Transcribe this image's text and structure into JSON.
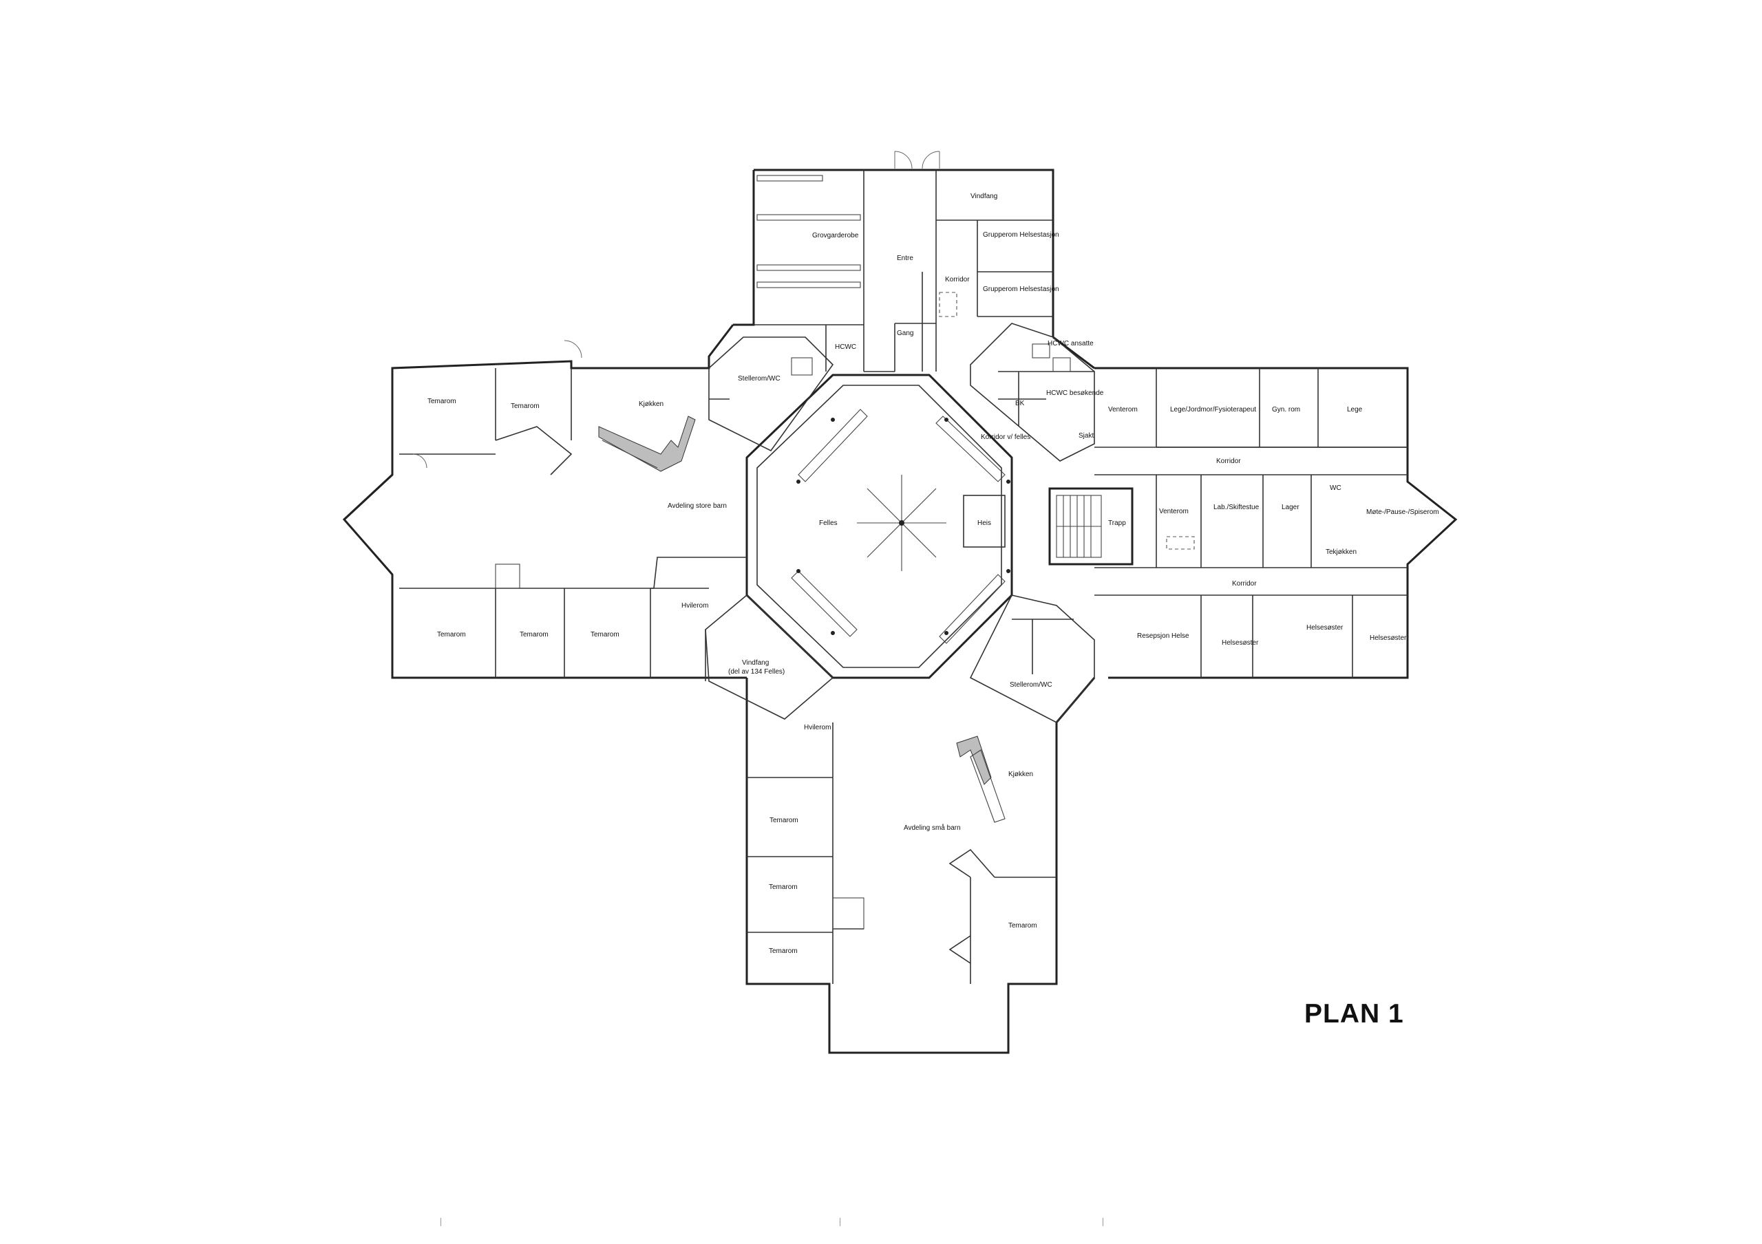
{
  "title": "PLAN 1",
  "rooms": [
    {
      "key": "grovgarderobe",
      "label": "Grovgarderobe"
    },
    {
      "key": "entre",
      "label": "Entre"
    },
    {
      "key": "vindfang_n",
      "label": "Vindfang"
    },
    {
      "key": "grupperom1",
      "label": "Grupperom Helsestasjon"
    },
    {
      "key": "grupperom2",
      "label": "Grupperom Helsestasjon"
    },
    {
      "key": "korridor_n",
      "label": "Korridor"
    },
    {
      "key": "gang",
      "label": "Gang"
    },
    {
      "key": "hcwc",
      "label": "HCWC"
    },
    {
      "key": "stellerom_nw",
      "label": "Stellerom/WC"
    },
    {
      "key": "hcwc_ansatte",
      "label": "HCWC ansatte"
    },
    {
      "key": "bk",
      "label": "BK"
    },
    {
      "key": "hcwc_besokende",
      "label": "HCWC besøkende"
    },
    {
      "key": "sjakt",
      "label": "Sjakt"
    },
    {
      "key": "korridor_felles",
      "label": "Korridor v/ felles"
    },
    {
      "key": "temarom_w1",
      "label": "Temarom"
    },
    {
      "key": "temarom_w2",
      "label": "Temarom"
    },
    {
      "key": "kjokken_w",
      "label": "Kjøkken"
    },
    {
      "key": "avdeling_store",
      "label": "Avdeling store barn"
    },
    {
      "key": "felles",
      "label": "Felles"
    },
    {
      "key": "heis",
      "label": "Heis"
    },
    {
      "key": "trapp",
      "label": "Trapp"
    },
    {
      "key": "venterom1",
      "label": "Venterom"
    },
    {
      "key": "lege_jordmor",
      "label": "Lege/Jordmor/Fysioterapeut"
    },
    {
      "key": "gyn",
      "label": "Gyn. rom"
    },
    {
      "key": "lege",
      "label": "Lege"
    },
    {
      "key": "korridor_e1",
      "label": "Korridor"
    },
    {
      "key": "venterom2",
      "label": "Venterom"
    },
    {
      "key": "lab",
      "label": "Lab./Skiftestue"
    },
    {
      "key": "lager",
      "label": "Lager"
    },
    {
      "key": "wc",
      "label": "WC"
    },
    {
      "key": "mote",
      "label": "Møte-/Pause-/Spiserom"
    },
    {
      "key": "tekjokken",
      "label": "Tekjøkken"
    },
    {
      "key": "korridor_e2",
      "label": "Korridor"
    },
    {
      "key": "resepsjon",
      "label": "Resepsjon Helse"
    },
    {
      "key": "helsesoster1",
      "label": "Helsesøster"
    },
    {
      "key": "helsesoster2",
      "label": "Helsesøster"
    },
    {
      "key": "helsesoster3",
      "label": "Helsesøster"
    },
    {
      "key": "temarom_sw1",
      "label": "Temarom"
    },
    {
      "key": "temarom_sw2",
      "label": "Temarom"
    },
    {
      "key": "temarom_sw3",
      "label": "Temarom"
    },
    {
      "key": "hvilerom_w",
      "label": "Hvilerom"
    },
    {
      "key": "vindfang_s",
      "label": "Vindfang"
    },
    {
      "key": "vindfang_s_note",
      "label": "(del av 134 Felles)"
    },
    {
      "key": "stellerom_se",
      "label": "Stellerom/WC"
    },
    {
      "key": "hvilerom_s",
      "label": "Hvilerom"
    },
    {
      "key": "kjokken_s",
      "label": "Kjøkken"
    },
    {
      "key": "temarom_s1",
      "label": "Temarom"
    },
    {
      "key": "avdeling_sma",
      "label": "Avdeling små barn"
    },
    {
      "key": "temarom_s2",
      "label": "Temarom"
    },
    {
      "key": "temarom_s3",
      "label": "Temarom"
    },
    {
      "key": "temarom_s4",
      "label": "Temarom"
    }
  ]
}
